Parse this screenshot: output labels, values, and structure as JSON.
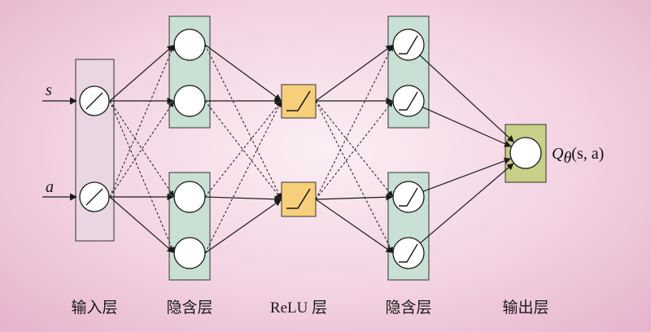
{
  "inputs": {
    "s": "s",
    "a": "a"
  },
  "output_label": {
    "q": "Q",
    "sub": "θ",
    "args": "(s, a)"
  },
  "layer_captions": {
    "input": "输入层",
    "hidden1": "隐含层",
    "relu": "ReLU 层",
    "hidden2": "隐含层",
    "output": "输出层"
  },
  "colors": {
    "input_box": "#e9d6e3",
    "hidden_box": "#c9e0d4",
    "relu_box": "#f7cf7a",
    "output_box": "#c8cf86",
    "stroke": "#1a1a1a"
  }
}
